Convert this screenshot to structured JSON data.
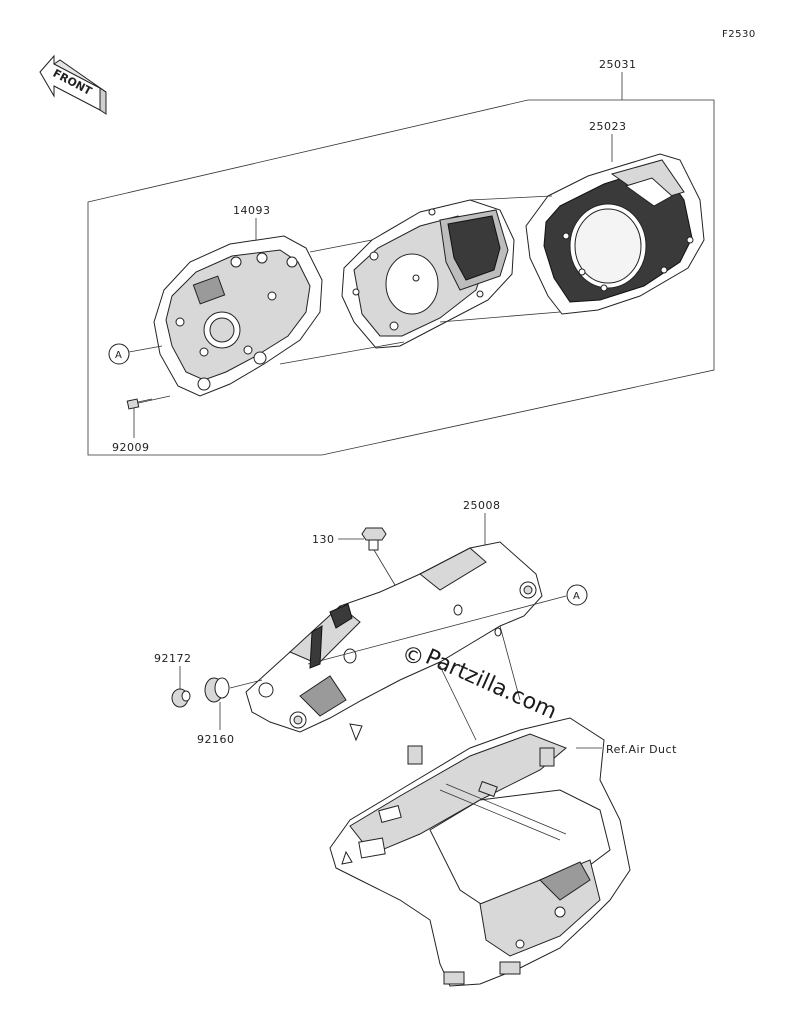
{
  "figure_code": "F2530",
  "front_label": "FRONT",
  "parts": {
    "meter_assembly": "25031",
    "meter_cover": "25023",
    "meter_case": "14093",
    "screw": "92009",
    "bracket": "25008",
    "bolt": "130",
    "collar": "92172",
    "grommet": "92160"
  },
  "reference_marker": "A",
  "ref_note": "Ref.Air Duct",
  "watermark": "Partzilla.com",
  "watermark_symbol": "©"
}
